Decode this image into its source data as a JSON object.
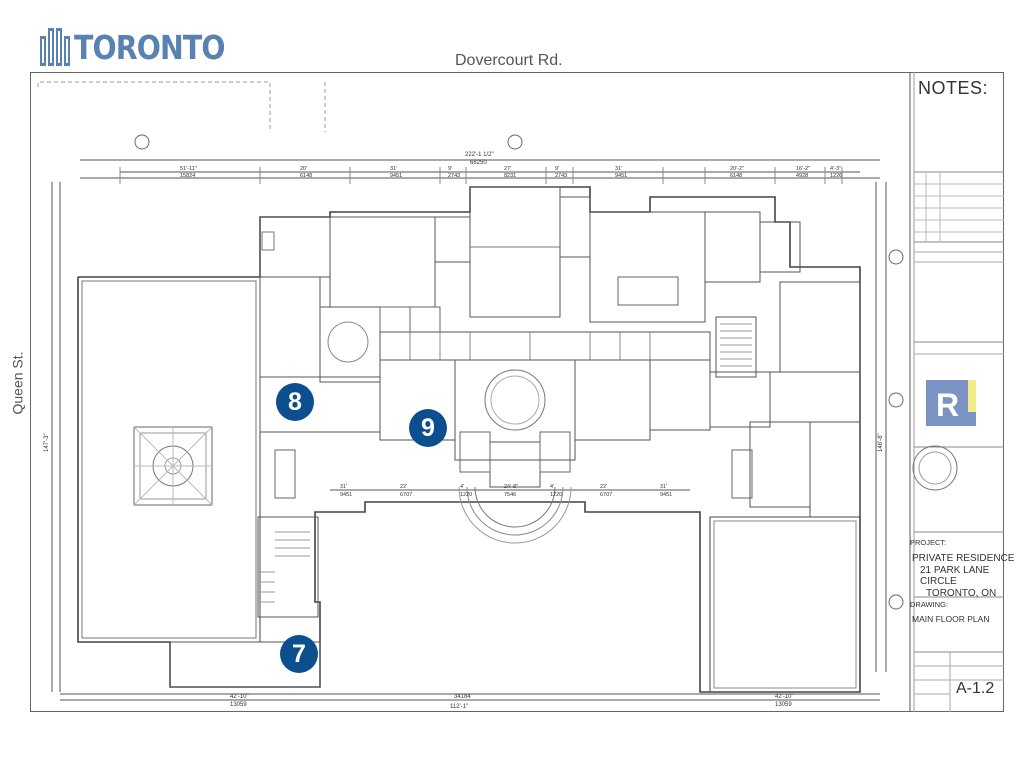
{
  "header": {
    "logo_text": "TORONTO",
    "street_top": "Dovercourt Rd.",
    "street_left": "Queen St."
  },
  "markers": [
    {
      "label": "8"
    },
    {
      "label": "9"
    },
    {
      "label": "7"
    }
  ],
  "title_block": {
    "notes_title": "NOTES:",
    "project_label": "PROJECT:",
    "project_lines": [
      "PRIVATE RESIDENCE",
      "21 PARK LANE CIRCLE",
      "TORONTO, ON"
    ],
    "drawing_label": "DRAWING:",
    "drawing_name": "MAIN FLOOR PLAN",
    "sheet_number": "A-1.2"
  },
  "dimensions": {
    "top_overall": "222'-1 1/2\"",
    "top_overall_mm": "68250",
    "bottom_overall": "112'-1\"",
    "bottom_overall_mm": "34184",
    "left_overall": "147'-3\"",
    "right_overall": "146'-8\"",
    "bottom_left": "42'-10\"",
    "bottom_left_mm": "13059",
    "bottom_right": "42'-10\"",
    "bottom_right_mm": "13059",
    "top_segments": [
      "51'-11\"",
      "20'",
      "31'",
      "9'",
      "27'",
      "9'",
      "31'",
      "20'-2\"",
      "16'-2\"",
      "4'-3\""
    ],
    "top_segments_mm": [
      "15824",
      "6148",
      "9451",
      "2743",
      "8231",
      "2743",
      "9451",
      "6148",
      "4928",
      "1226"
    ],
    "mid_segments": [
      "31'",
      "22'",
      "4'",
      "24'-8\"",
      "4'",
      "22'",
      "31'"
    ],
    "mid_segments_mm": [
      "9451",
      "6707",
      "1220",
      "7546",
      "1220",
      "6707",
      "9451"
    ]
  },
  "accent_colors": {
    "marker": "#0b4f8f",
    "logo": "#5a82b0",
    "badge_blue": "#7b93c2",
    "badge_yellow": "#f2ec86"
  }
}
